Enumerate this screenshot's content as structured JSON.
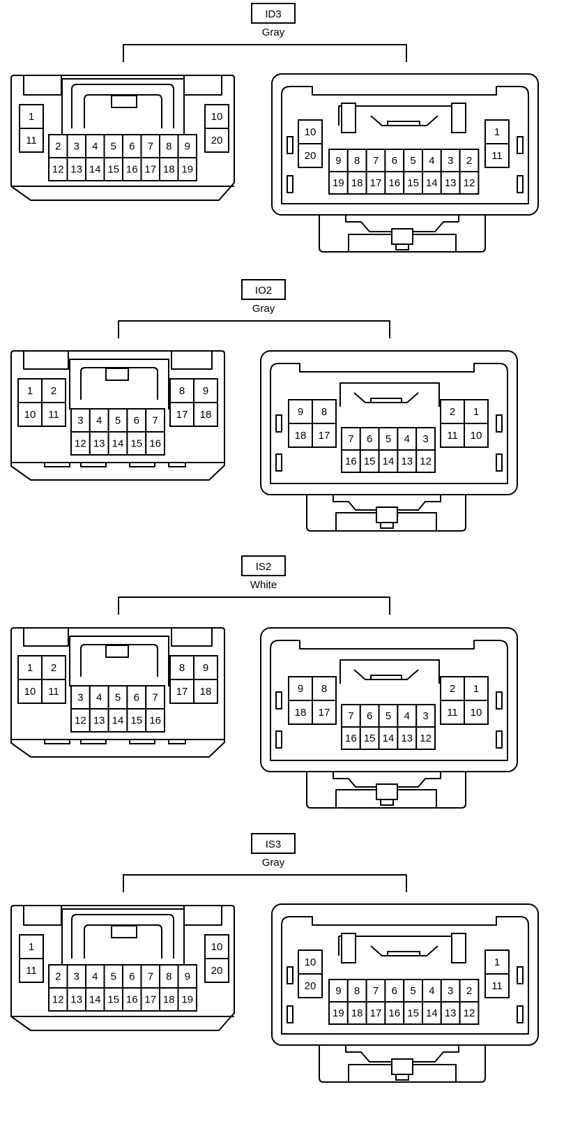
{
  "connectors": [
    {
      "id": "ID3",
      "color": "Gray",
      "layout": "20pin",
      "male": {
        "left": [
          "1",
          "11"
        ],
        "top": [
          "2",
          "3",
          "4",
          "5",
          "6",
          "7",
          "8",
          "9"
        ],
        "bottom": [
          "12",
          "13",
          "14",
          "15",
          "16",
          "17",
          "18",
          "19"
        ],
        "right": [
          "10",
          "20"
        ]
      },
      "female": {
        "left": [
          "10",
          "20"
        ],
        "top": [
          "9",
          "8",
          "7",
          "6",
          "5",
          "4",
          "3",
          "2"
        ],
        "bottom": [
          "19",
          "18",
          "17",
          "16",
          "15",
          "14",
          "13",
          "12"
        ],
        "right": [
          "1",
          "11"
        ]
      }
    },
    {
      "id": "IO2",
      "color": "Gray",
      "layout": "18pin",
      "male": {
        "leftTop": [
          "1",
          "2"
        ],
        "leftBottom": [
          "10",
          "11"
        ],
        "midTop": [
          "3",
          "4",
          "5",
          "6",
          "7"
        ],
        "midBottom": [
          "12",
          "13",
          "14",
          "15",
          "16"
        ],
        "rightTop": [
          "8",
          "9"
        ],
        "rightBottom": [
          "17",
          "18"
        ]
      },
      "female": {
        "leftTop": [
          "9",
          "8"
        ],
        "leftBottom": [
          "18",
          "17"
        ],
        "midTop": [
          "7",
          "6",
          "5",
          "4",
          "3"
        ],
        "midBottom": [
          "16",
          "15",
          "14",
          "13",
          "12"
        ],
        "rightTop": [
          "2",
          "1"
        ],
        "rightBottom": [
          "11",
          "10"
        ]
      }
    },
    {
      "id": "IS2",
      "color": "White",
      "layout": "18pin",
      "male": {
        "leftTop": [
          "1",
          "2"
        ],
        "leftBottom": [
          "10",
          "11"
        ],
        "midTop": [
          "3",
          "4",
          "5",
          "6",
          "7"
        ],
        "midBottom": [
          "12",
          "13",
          "14",
          "15",
          "16"
        ],
        "rightTop": [
          "8",
          "9"
        ],
        "rightBottom": [
          "17",
          "18"
        ]
      },
      "female": {
        "leftTop": [
          "9",
          "8"
        ],
        "leftBottom": [
          "18",
          "17"
        ],
        "midTop": [
          "7",
          "6",
          "5",
          "4",
          "3"
        ],
        "midBottom": [
          "16",
          "15",
          "14",
          "13",
          "12"
        ],
        "rightTop": [
          "2",
          "1"
        ],
        "rightBottom": [
          "11",
          "10"
        ]
      }
    },
    {
      "id": "IS3",
      "color": "Gray",
      "layout": "20pin",
      "male": {
        "left": [
          "1",
          "11"
        ],
        "top": [
          "2",
          "3",
          "4",
          "5",
          "6",
          "7",
          "8",
          "9"
        ],
        "bottom": [
          "12",
          "13",
          "14",
          "15",
          "16",
          "17",
          "18",
          "19"
        ],
        "right": [
          "10",
          "20"
        ]
      },
      "female": {
        "left": [
          "10",
          "20"
        ],
        "top": [
          "9",
          "8",
          "7",
          "6",
          "5",
          "4",
          "3",
          "2"
        ],
        "bottom": [
          "19",
          "18",
          "17",
          "16",
          "15",
          "14",
          "13",
          "12"
        ],
        "right": [
          "1",
          "11"
        ]
      }
    }
  ]
}
